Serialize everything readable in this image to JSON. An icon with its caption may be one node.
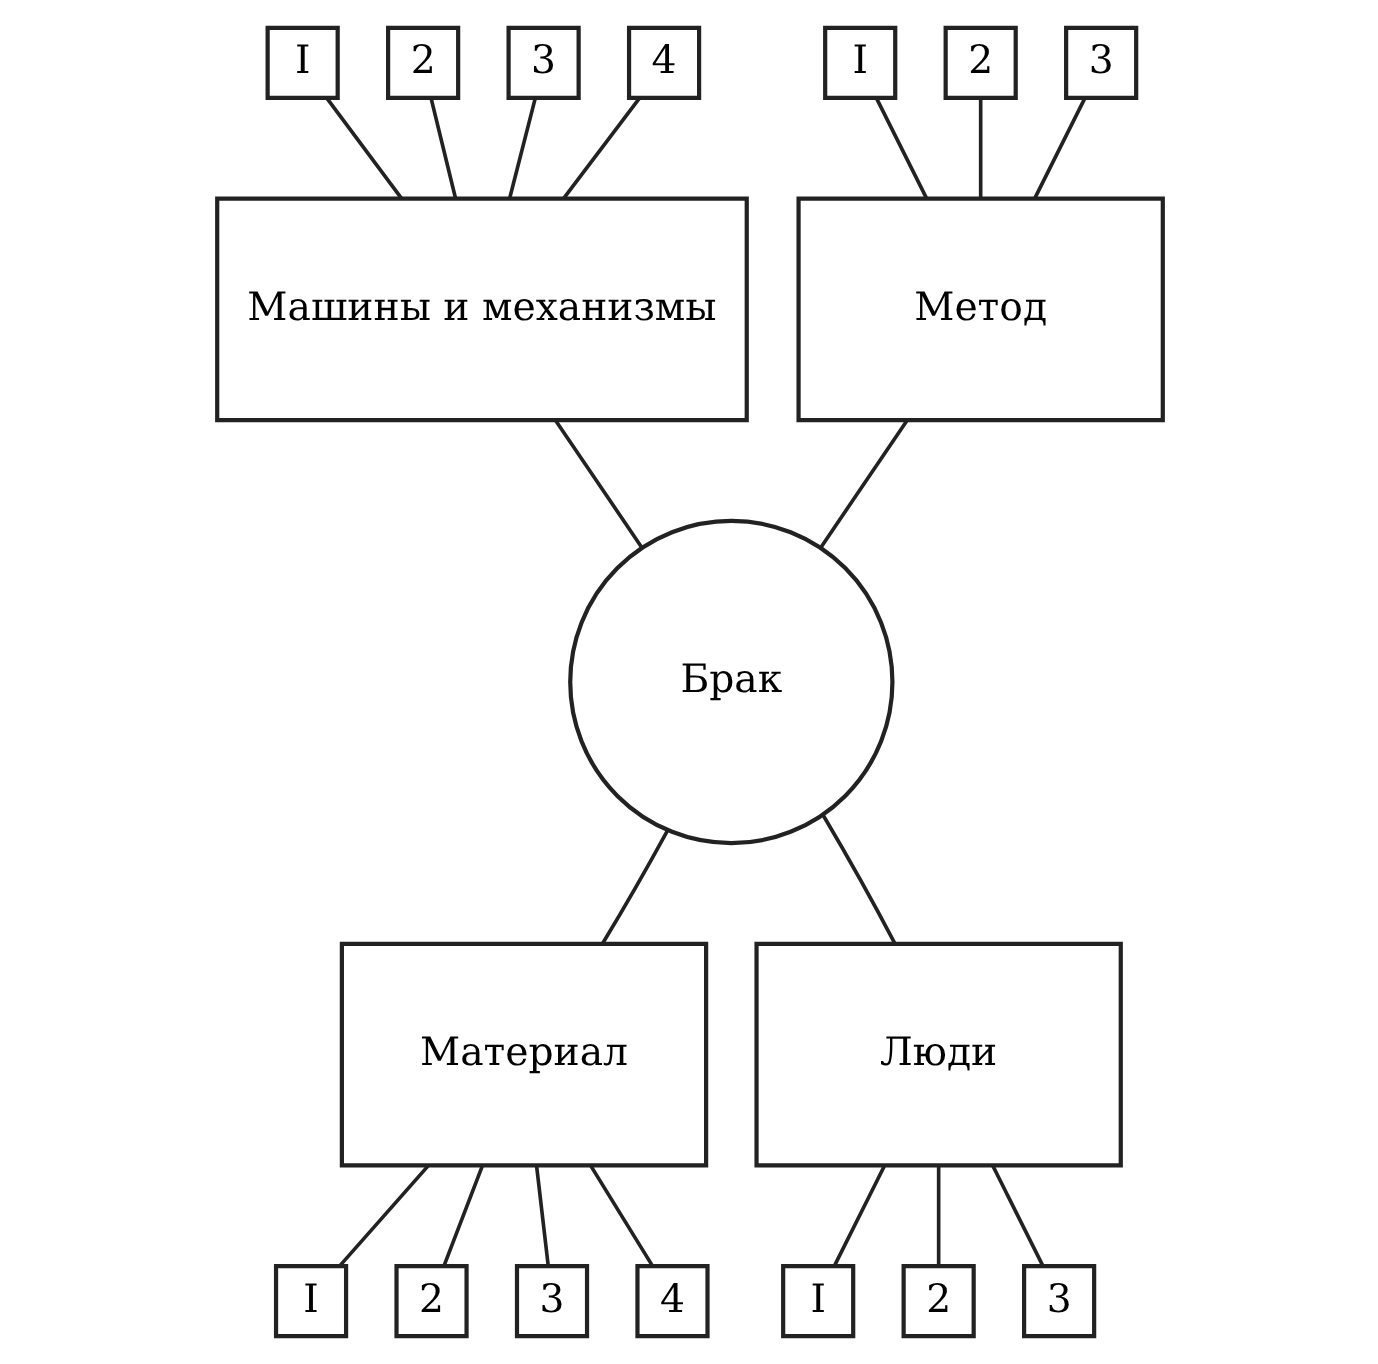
{
  "diagram": {
    "nodes": [
      {
        "text": [
          "I"
        ]
      },
      {
        "text": [
          "2"
        ]
      },
      {
        "text": [
          "3"
        ]
      },
      {
        "text": [
          "4"
        ]
      },
      {
        "text": [
          "I"
        ]
      },
      {
        "text": [
          "2"
        ]
      },
      {
        "text": [
          "3"
        ]
      },
      {
        "text": [
          "Машины и механизмы"
        ]
      },
      {
        "text": [
          "Метод"
        ]
      },
      {
        "text": [
          "Брак"
        ]
      },
      {
        "text": [
          "Материал"
        ]
      },
      {
        "text": [
          "Люди"
        ]
      },
      {
        "text": [
          "I"
        ]
      },
      {
        "text": [
          "2"
        ]
      },
      {
        "text": [
          "3"
        ]
      },
      {
        "text": [
          "4"
        ]
      },
      {
        "text": [
          "I"
        ]
      },
      {
        "text": [
          "2"
        ]
      },
      {
        "text": [
          "3"
        ]
      }
    ],
    "edges": [
      {
        "from": 0,
        "to": 7,
        "arrow": "none"
      },
      {
        "from": 1,
        "to": 7,
        "arrow": "none"
      },
      {
        "from": 2,
        "to": 7,
        "arrow": "none"
      },
      {
        "from": 3,
        "to": 7,
        "arrow": "none"
      },
      {
        "from": 4,
        "to": 8,
        "arrow": "none"
      },
      {
        "from": 5,
        "to": 8,
        "arrow": "none"
      },
      {
        "from": 6,
        "to": 8,
        "arrow": "none"
      },
      {
        "from": 7,
        "to": 9,
        "arrow": "none"
      },
      {
        "from": 8,
        "to": 9,
        "arrow": "none"
      },
      {
        "from": 10,
        "to": 9,
        "arrow": "none"
      },
      {
        "from": 11,
        "to": 9,
        "arrow": "none"
      },
      {
        "from": 10,
        "to": 12,
        "arrow": "none"
      },
      {
        "from": 10,
        "to": 13,
        "arrow": "none"
      },
      {
        "from": 10,
        "to": 14,
        "arrow": "none"
      },
      {
        "from": 10,
        "to": 15,
        "arrow": "none"
      },
      {
        "from": 11,
        "to": 16,
        "arrow": "none"
      },
      {
        "from": 11,
        "to": 17,
        "arrow": "none"
      },
      {
        "from": 11,
        "to": 18,
        "arrow": "none"
      }
    ]
  }
}
